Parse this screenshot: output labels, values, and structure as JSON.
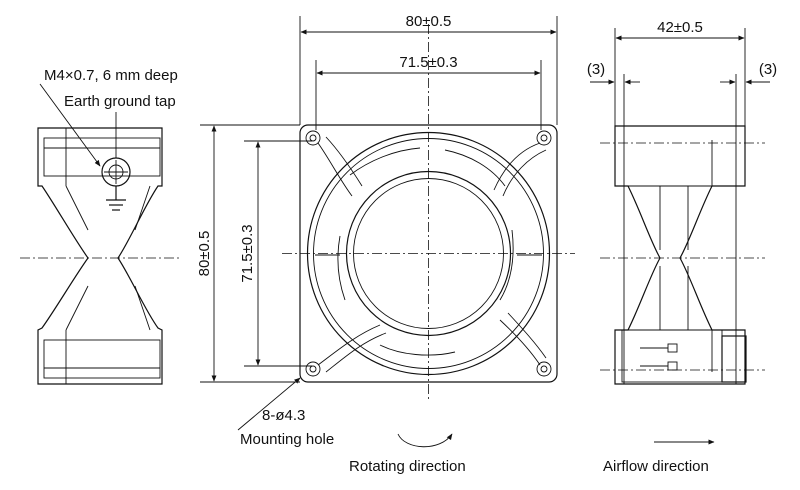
{
  "front_view": {
    "overall_width": "80±0.5",
    "hole_pitch_width": "71.5±0.3",
    "overall_height": "80±0.5",
    "hole_pitch_height": "71.5±0.3",
    "mounting_hole_size": "8-ø4.3",
    "mounting_hole_label": "Mounting hole",
    "rotation_label": "Rotating direction"
  },
  "left_view": {
    "tap_spec": "M4×0.7, 6 mm deep",
    "tap_label": "Earth ground tap"
  },
  "side_view": {
    "depth": "42±0.5",
    "flange_left": "(3)",
    "flange_right": "(3)",
    "airflow_label": "Airflow direction"
  }
}
